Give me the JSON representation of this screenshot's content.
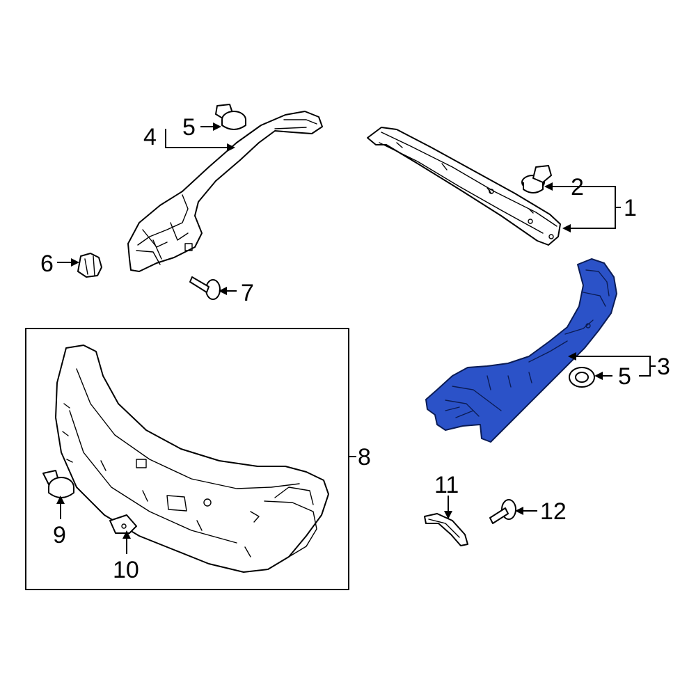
{
  "diagram": {
    "callouts": {
      "c1": "1",
      "c2": "2",
      "c3": "3",
      "c4": "4",
      "c5a": "5",
      "c5b": "5",
      "c6": "6",
      "c7": "7",
      "c8": "8",
      "c9": "9",
      "c10": "10",
      "c11": "11",
      "c12": "12"
    },
    "highlight_color": "#2b52c8",
    "highlighted_part": "3"
  }
}
